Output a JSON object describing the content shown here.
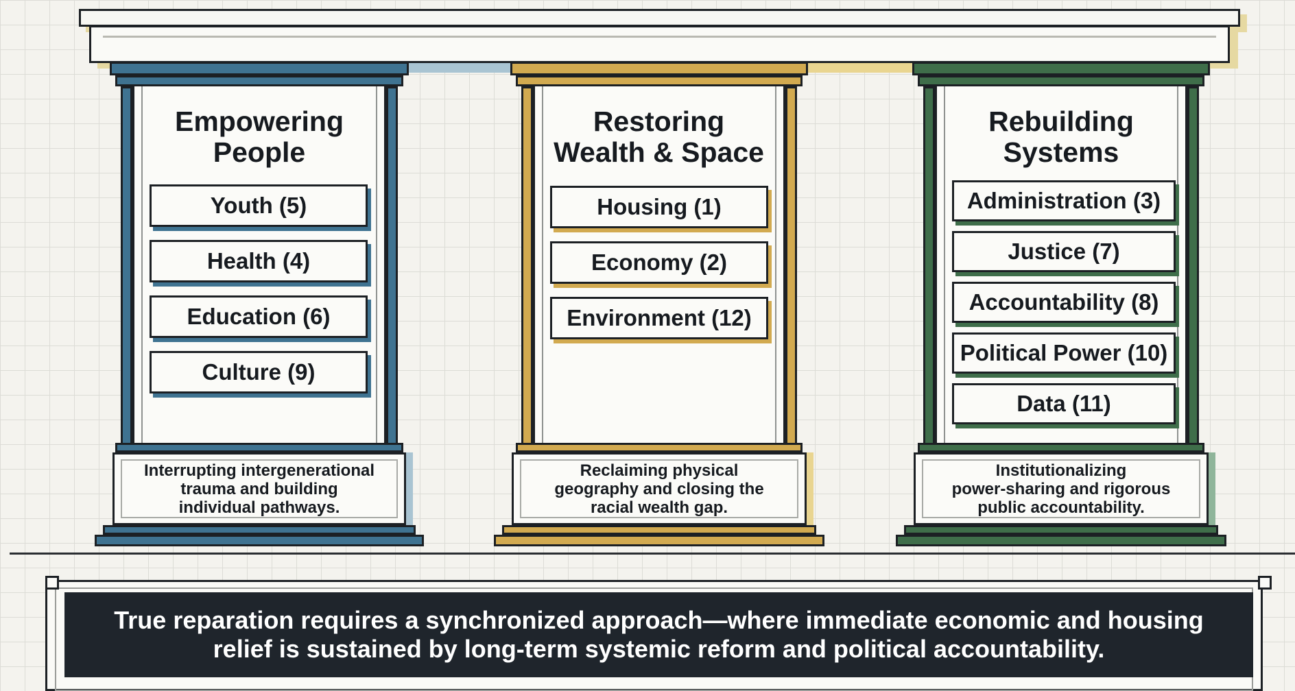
{
  "colors": {
    "blue": "#3f7391",
    "gold": "#d2aa50",
    "green": "#3f6e4a",
    "ink": "#1c2024",
    "banner_bg": "#1f252c"
  },
  "pillars": [
    {
      "title_line1": "Empowering",
      "title_line2": "People",
      "items": [
        "Youth (5)",
        "Health (4)",
        "Education (6)",
        "Culture (9)"
      ],
      "base_line1": "Interrupting intergenerational",
      "base_line2": "trauma and building",
      "base_line3": "individual pathways."
    },
    {
      "title_line1": "Restoring",
      "title_line2": "Wealth & Space",
      "items": [
        "Housing (1)",
        "Economy (2)",
        "Environment (12)"
      ],
      "base_line1": "Reclaiming physical",
      "base_line2": "geography and closing the",
      "base_line3": "racial wealth gap."
    },
    {
      "title_line1": "Rebuilding",
      "title_line2": "Systems",
      "items": [
        "Administration (3)",
        "Justice (7)",
        "Accountability (8)",
        "Political Power (10)",
        "Data (11)"
      ],
      "base_line1": "Institutionalizing",
      "base_line2": "power-sharing and rigorous",
      "base_line3": "public accountability."
    }
  ],
  "banner": {
    "line1": "True reparation requires a synchronized approach—where immediate economic and housing",
    "line2": "relief is sustained by long-term systemic reform and political accountability."
  }
}
